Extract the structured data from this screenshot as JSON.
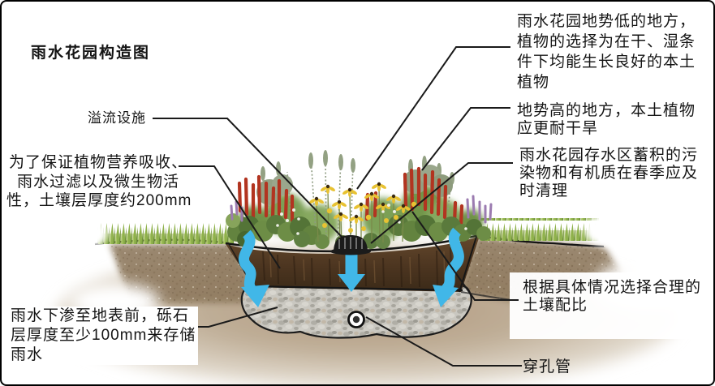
{
  "title": "雨水花园构造图",
  "labels": {
    "overflow": "溢流设施",
    "low_area": [
      "雨水花园地势低的地方，",
      "植物的选择为在干、湿条",
      "件下均能生长良好的本土",
      "植物"
    ],
    "high_area": [
      "地势高的地方，本土植物",
      "应更耐干旱"
    ],
    "pollutant": [
      "雨水花园存水区蓄积的污",
      "染物和有机质在春季应及",
      "时清理"
    ],
    "soil_layer": [
      "为了保证植物营养吸收、",
      "雨水过滤以及微生物活",
      "性，土壤层厚度约200mm"
    ],
    "gravel_layer": [
      "雨水下渗至地表前，砾石",
      "层厚度至少100mm来存储",
      "雨水"
    ],
    "soil_mix": [
      "根据具体情况选择合理的",
      "土壤配比"
    ],
    "perforated_pipe": "穿孔管"
  },
  "colors": {
    "border": "#000000",
    "callout": "#1a1a1a",
    "arrow": "#41b7e8",
    "soil": "#50381f",
    "gravel": "#c9c7c0",
    "grass": "#8fb14c",
    "flower-yellow": "#e8c232",
    "flower-red": "#b23420",
    "flower-purple": "#9b7bb0"
  }
}
